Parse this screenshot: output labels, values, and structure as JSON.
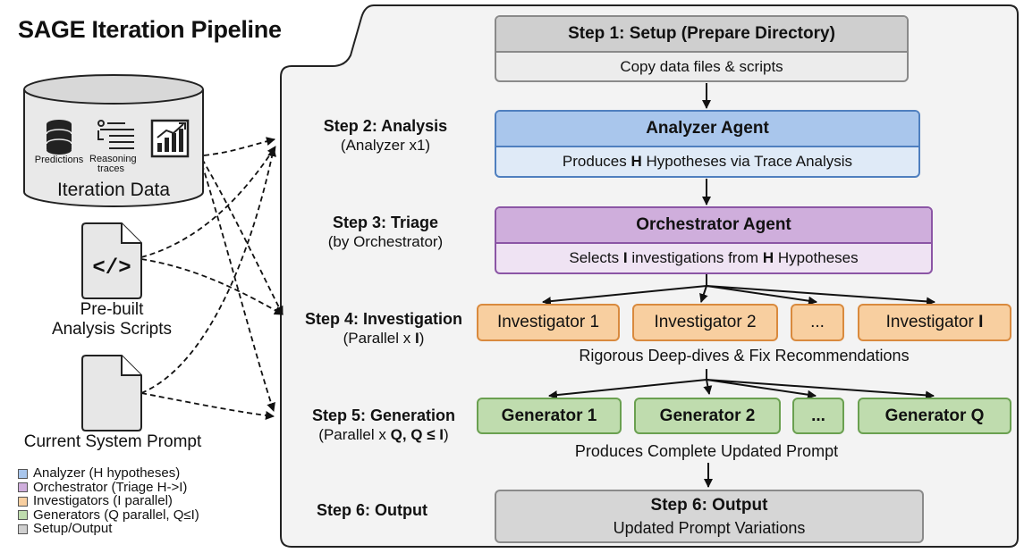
{
  "title": "SAGE Iteration Pipeline",
  "colors": {
    "analyzer": "#a9c6ec",
    "orchestrator": "#cfaedc",
    "investigator": "#f8cfa0",
    "generator": "#bfdcae",
    "setup_output": "#cfcfcf"
  },
  "inputs": {
    "iteration_data": {
      "label": "Iteration Data",
      "icons": [
        {
          "icon": "database-icon",
          "label": "Predictions"
        },
        {
          "icon": "list-icon",
          "label": "Reasoning traces"
        },
        {
          "icon": "chart-icon",
          "label": ""
        }
      ]
    },
    "scripts": {
      "line1": "Pre-built",
      "line2": "Analysis Scripts",
      "icon": "code-file-icon"
    },
    "prompt": {
      "label": "Current System Prompt",
      "icon": "document-icon"
    }
  },
  "legend": [
    {
      "label": "Analyzer (H hypotheses)",
      "color": "#a9c6ec"
    },
    {
      "label": "Orchestrator (Triage H->I)",
      "color": "#cfaedc"
    },
    {
      "label": "Investigators (I parallel)",
      "color": "#f8cfa0"
    },
    {
      "label": "Generators (Q parallel, Q≤I)",
      "color": "#bfdcae"
    },
    {
      "label": "Setup/Output",
      "color": "#cfcfcf"
    }
  ],
  "steps": {
    "step1": {
      "title": "Step 1: Setup (Prepare Directory)",
      "sub": "Copy data files & scripts"
    },
    "step2": {
      "label": "Step 2: Analysis",
      "detail": "(Analyzer x1)",
      "title": "Analyzer Agent",
      "sub_pre": "Produces ",
      "sub_bold": "H",
      "sub_post": " Hypotheses via Trace Analysis"
    },
    "step3": {
      "label": "Step 3: Triage",
      "detail": "(by Orchestrator)",
      "title": "Orchestrator Agent",
      "sub_pre": "Selects ",
      "sub_bold": "I",
      "sub_mid": " investigations from ",
      "sub_bold2": "H",
      "sub_post": " Hypotheses"
    },
    "step4": {
      "label": "Step 4: Investigation",
      "detail_pre": "(Parallel x ",
      "detail_bold": "I",
      "detail_post": ")",
      "nodes": [
        "Investigator 1",
        "Investigator 2",
        "...",
        "Investigator "
      ],
      "last_bold": "I",
      "caption": "Rigorous Deep-dives & Fix Recommendations"
    },
    "step5": {
      "label": "Step 5: Generation",
      "detail_pre": "(Parallel x ",
      "detail_bold": "Q, Q ≤ I",
      "detail_post": ")",
      "nodes": [
        "Generator 1",
        "Generator 2",
        "...",
        "Generator Q"
      ],
      "caption": "Produces Complete Updated Prompt"
    },
    "step6": {
      "label": "Step 6: Output",
      "title": "Step 6: Output",
      "sub": "Updated Prompt Variations"
    }
  }
}
